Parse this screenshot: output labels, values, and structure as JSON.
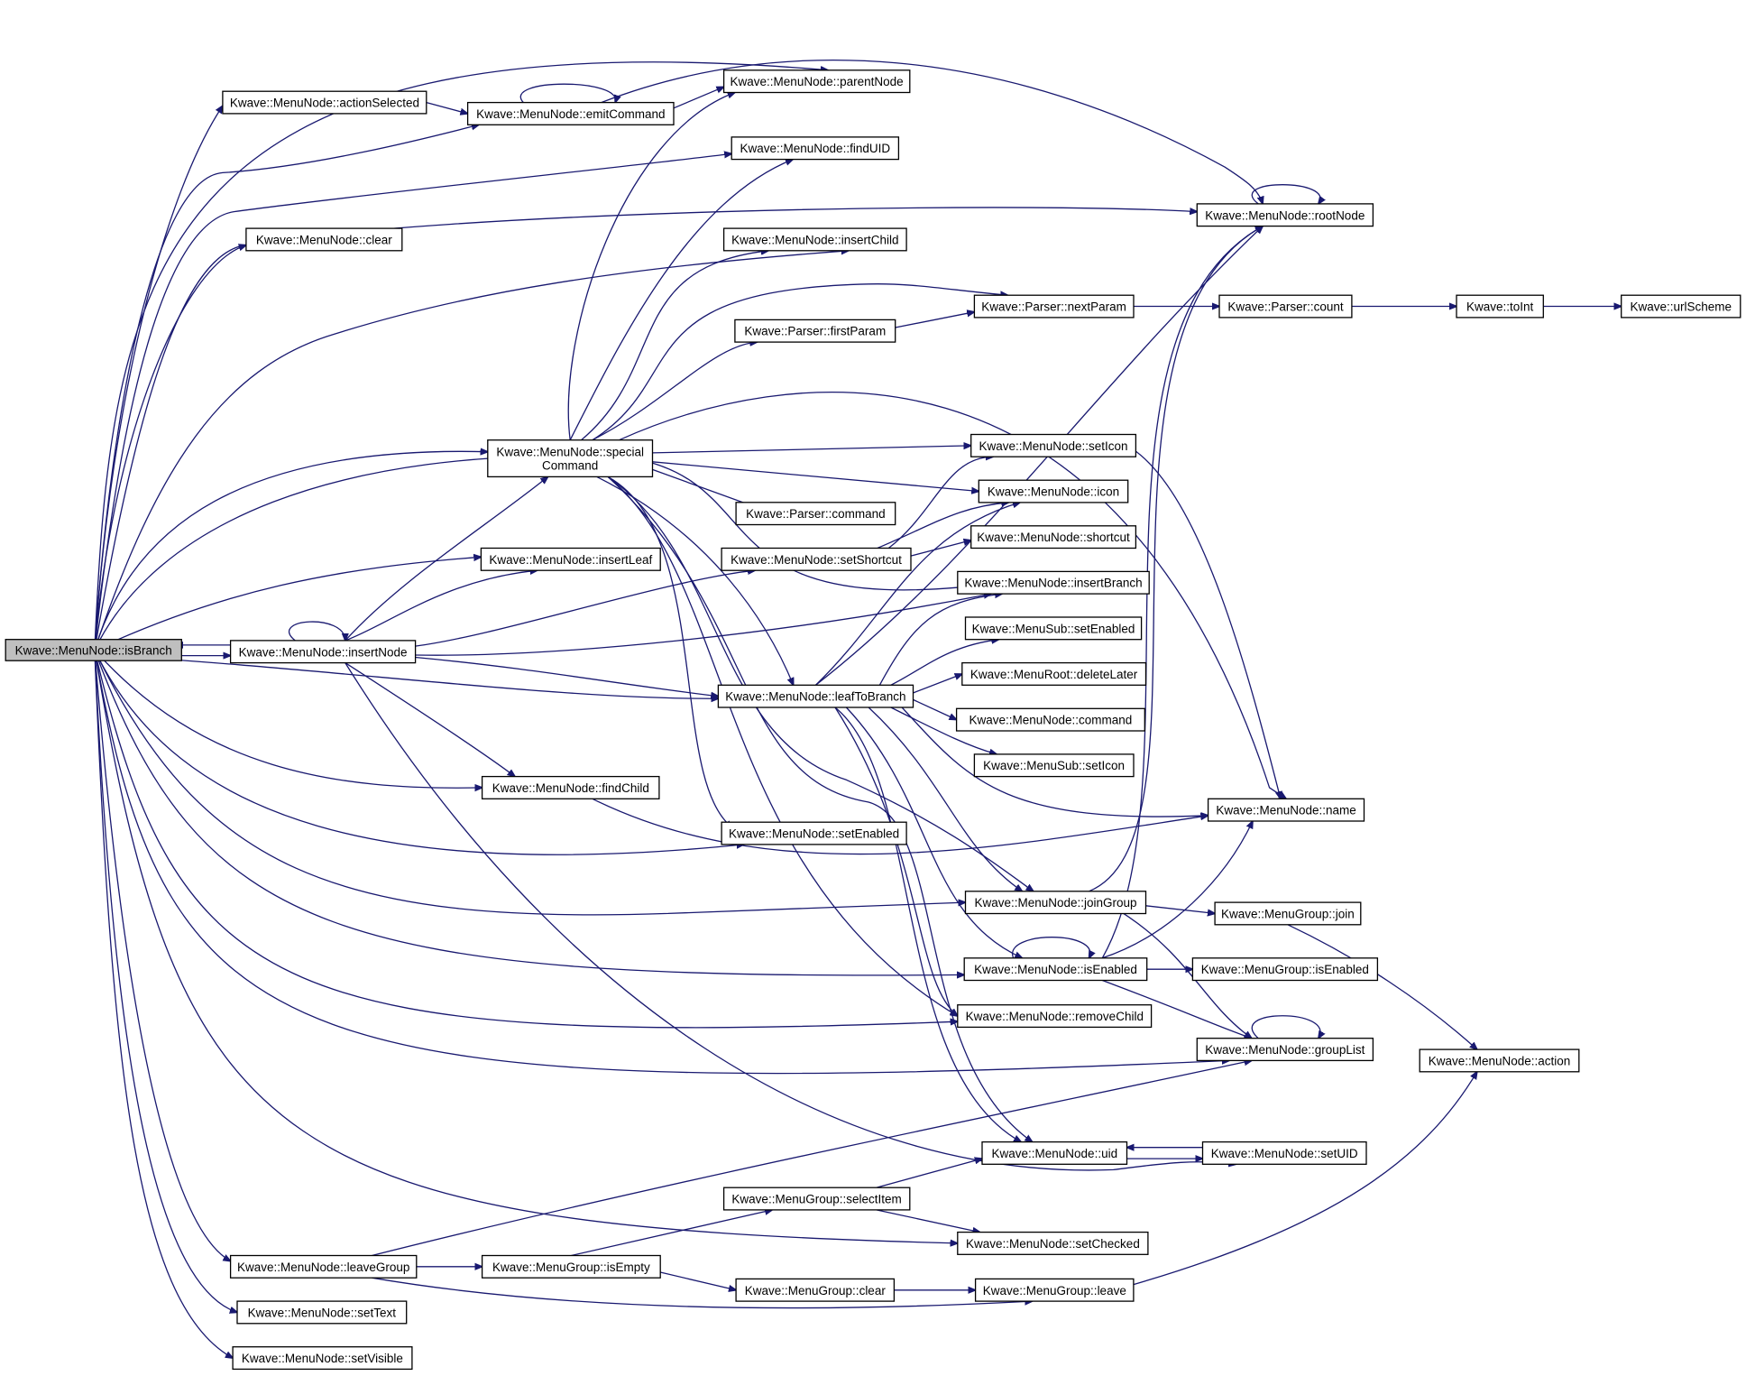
{
  "nodes": {
    "isBranch": "Kwave::MenuNode::isBranch",
    "actionSelected": "Kwave::MenuNode::actionSelected",
    "emitCommand": "Kwave::MenuNode::emitCommand",
    "parentNode": "Kwave::MenuNode::parentNode",
    "findUID": "Kwave::MenuNode::findUID",
    "rootNode": "Kwave::MenuNode::rootNode",
    "clear": "Kwave::MenuNode::clear",
    "insertChild": "Kwave::MenuNode::insertChild",
    "nextParam": "Kwave::Parser::nextParam",
    "parserCount": "Kwave::Parser::count",
    "toInt": "Kwave::toInt",
    "urlScheme": "Kwave::urlScheme",
    "firstParam": "Kwave::Parser::firstParam",
    "specialCommand": [
      "Kwave::MenuNode::special",
      "Command"
    ],
    "setIcon": "Kwave::MenuNode::setIcon",
    "icon": "Kwave::MenuNode::icon",
    "parserCommand": "Kwave::Parser::command",
    "insertLeaf": "Kwave::MenuNode::insertLeaf",
    "setShortcut": "Kwave::MenuNode::setShortcut",
    "shortcut": "Kwave::MenuNode::shortcut",
    "insertBranch": "Kwave::MenuNode::insertBranch",
    "insertNode": "Kwave::MenuNode::insertNode",
    "subSetEnabled": "Kwave::MenuSub::setEnabled",
    "deleteLater": "Kwave::MenuRoot::deleteLater",
    "leafToBranch": "Kwave::MenuNode::leafToBranch",
    "nodeCommand": "Kwave::MenuNode::command",
    "subSetIcon": "Kwave::MenuSub::setIcon",
    "findChild": "Kwave::MenuNode::findChild",
    "name": "Kwave::MenuNode::name",
    "setEnabled": "Kwave::MenuNode::setEnabled",
    "joinGroup": "Kwave::MenuNode::joinGroup",
    "groupJoin": "Kwave::MenuGroup::join",
    "isEnabled": "Kwave::MenuNode::isEnabled",
    "groupIsEnabled": "Kwave::MenuGroup::isEnabled",
    "removeChild": "Kwave::MenuNode::removeChild",
    "groupList": "Kwave::MenuNode::groupList",
    "action": "Kwave::MenuNode::action",
    "uid": "Kwave::MenuNode::uid",
    "setUID": "Kwave::MenuNode::setUID",
    "selectItem": "Kwave::MenuGroup::selectItem",
    "setChecked": "Kwave::MenuNode::setChecked",
    "leaveGroup": "Kwave::MenuNode::leaveGroup",
    "groupIsEmpty": "Kwave::MenuGroup::isEmpty",
    "groupClear": "Kwave::MenuGroup::clear",
    "groupLeave": "Kwave::MenuGroup::leave",
    "setText": "Kwave::MenuNode::setText",
    "setVisible": "Kwave::MenuNode::setVisible"
  },
  "colors": {
    "edge": "#191970",
    "root_fill": "#bfbfbf",
    "node_fill": "#ffffff",
    "node_border": "#000000"
  }
}
